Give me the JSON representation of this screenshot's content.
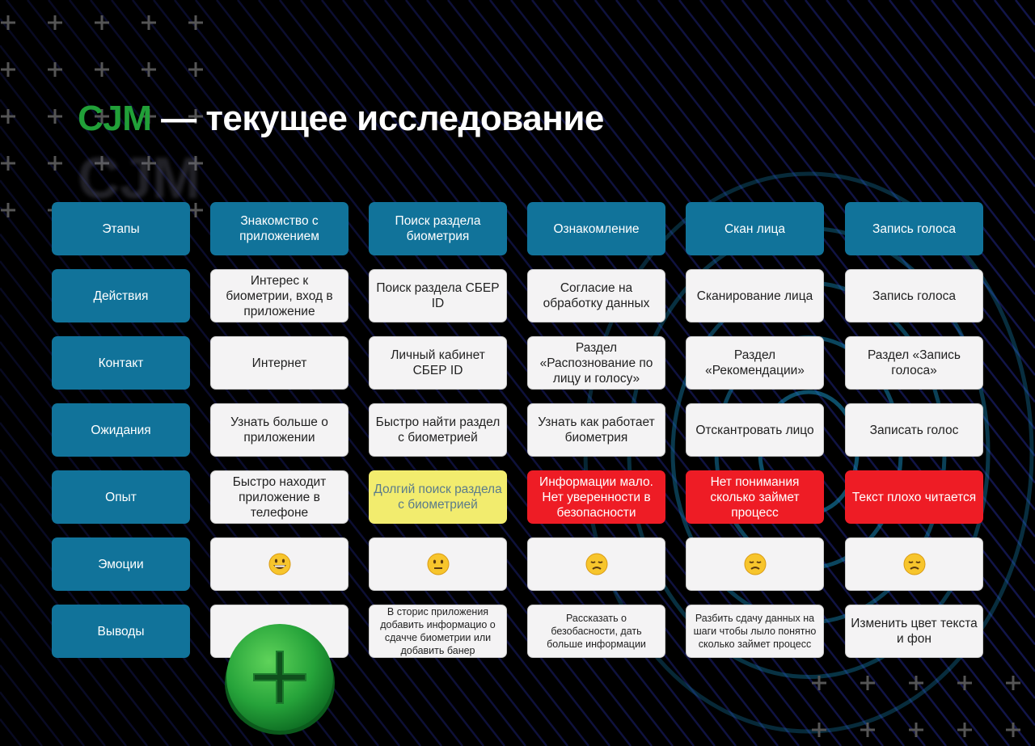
{
  "title": {
    "accent": "CJM",
    "rest": " — текущее исследование",
    "ghost": "CJM"
  },
  "colors": {
    "accent": "#21a038",
    "header": "#11739a",
    "card": "#f4f3f4",
    "warning": "#f2ec6e",
    "danger": "#ee1c25"
  },
  "header_row": {
    "label": "Этапы",
    "cells": [
      "Знакомство с приложением",
      "Поиск раздела биометрия",
      "Ознакомление",
      "Скан лица",
      "Запись голоса"
    ]
  },
  "rows": [
    {
      "label": "Действия",
      "cells": [
        {
          "text": "Интерес к биометрии, вход в приложение",
          "type": "white"
        },
        {
          "text": "Поиск раздела СБЕР ID",
          "type": "white"
        },
        {
          "text": "Согласие на обработку данных",
          "type": "white"
        },
        {
          "text": "Сканирование лица",
          "type": "white"
        },
        {
          "text": "Запись голоса",
          "type": "white"
        }
      ]
    },
    {
      "label": "Контакт",
      "cells": [
        {
          "text": "Интернет",
          "type": "white"
        },
        {
          "text": "Личный кабинет СБЕР ID",
          "type": "white"
        },
        {
          "text": "Раздел «Распознование по лицу и голосу»",
          "type": "white"
        },
        {
          "text": "Раздел «Рекомендации»",
          "type": "white"
        },
        {
          "text": "Раздел «Запись голоса»",
          "type": "white"
        }
      ]
    },
    {
      "label": "Ожидания",
      "cells": [
        {
          "text": "Узнать больше о приложении",
          "type": "white"
        },
        {
          "text": "Быстро найти раздел с биометрией",
          "type": "white"
        },
        {
          "text": "Узнать как работает биометрия",
          "type": "white"
        },
        {
          "text": "Отскантровать лицо",
          "type": "white"
        },
        {
          "text": "Записать голос",
          "type": "white"
        }
      ]
    },
    {
      "label": "Опыт",
      "cells": [
        {
          "text": "Быстро находит приложение в телефоне",
          "type": "white"
        },
        {
          "text": "Долгий поиск раздела с биометрией",
          "type": "yellow"
        },
        {
          "text": "Информации мало. Нет уверенности в безопасности",
          "type": "red"
        },
        {
          "text": "Нет понимания сколько займет процесс",
          "type": "red"
        },
        {
          "text": "Текст плохо читается",
          "type": "red"
        }
      ]
    },
    {
      "label": "Эмоции",
      "cells": [
        {
          "icon": "grinning-face-icon",
          "type": "white"
        },
        {
          "icon": "neutral-face-icon",
          "type": "white"
        },
        {
          "icon": "disappointed-face-icon",
          "type": "white"
        },
        {
          "icon": "disappointed-face-icon",
          "type": "white"
        },
        {
          "icon": "disappointed-face-icon",
          "type": "white"
        }
      ]
    },
    {
      "label": "Выводы",
      "cells": [
        {
          "text": "",
          "type": "white"
        },
        {
          "text": "В сторис приложения добавить информацио о сдачче биометрии или добавить банер",
          "type": "white",
          "small": true
        },
        {
          "text": "Рассказать о безобасности, дать больше информации",
          "type": "white",
          "small": true
        },
        {
          "text": "Разбить сдачу данных на шаги чтобы лыло понятно сколько займет процесс",
          "type": "white",
          "small": true
        },
        {
          "text": "Изменить цвет текста и фон",
          "type": "white"
        }
      ]
    }
  ],
  "decor": {
    "plus_button_icon": "plus-icon"
  }
}
